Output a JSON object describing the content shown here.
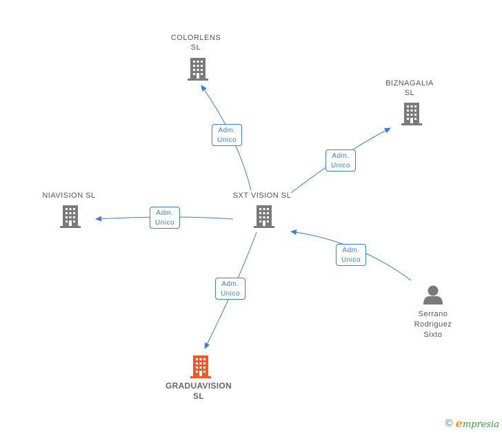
{
  "colors": {
    "edge": "#3b7dd8",
    "company": "#7a7a7a",
    "focus_company": "#f05a28",
    "person": "#7a7a7a",
    "label": "#555555"
  },
  "nodes": {
    "colorlens": {
      "line1": "COLORLENS",
      "line2": "SL",
      "icon": "building-icon"
    },
    "biznagalia": {
      "line1": "BIZNAGALIA",
      "line2": "SL",
      "icon": "building-icon"
    },
    "niavision": {
      "line1": "NIAVISION  SL",
      "icon": "building-icon"
    },
    "sxtvision": {
      "line1": "SXT VISION  SL",
      "icon": "building-icon"
    },
    "graduavision": {
      "line1": "GRADUAVISION",
      "line2": "SL",
      "icon": "building-icon"
    },
    "serrano": {
      "line1": "Serrano",
      "line2": "Rodriguez",
      "line3": "Sixto",
      "icon": "person-icon"
    }
  },
  "edges": {
    "to_colorlens": {
      "line1": "Adm.",
      "line2": "Unico"
    },
    "to_biznagalia": {
      "line1": "Adm.",
      "line2": "Unico"
    },
    "to_niavision": {
      "line1": "Adm.",
      "line2": "Unico"
    },
    "to_graduavision": {
      "line1": "Adm.",
      "line2": "Unico"
    },
    "from_serrano": {
      "line1": "Adm.",
      "line2": "Unico"
    }
  },
  "branding": {
    "copyright": "©",
    "logo_initial": "e",
    "logo_rest": "mpresia"
  }
}
